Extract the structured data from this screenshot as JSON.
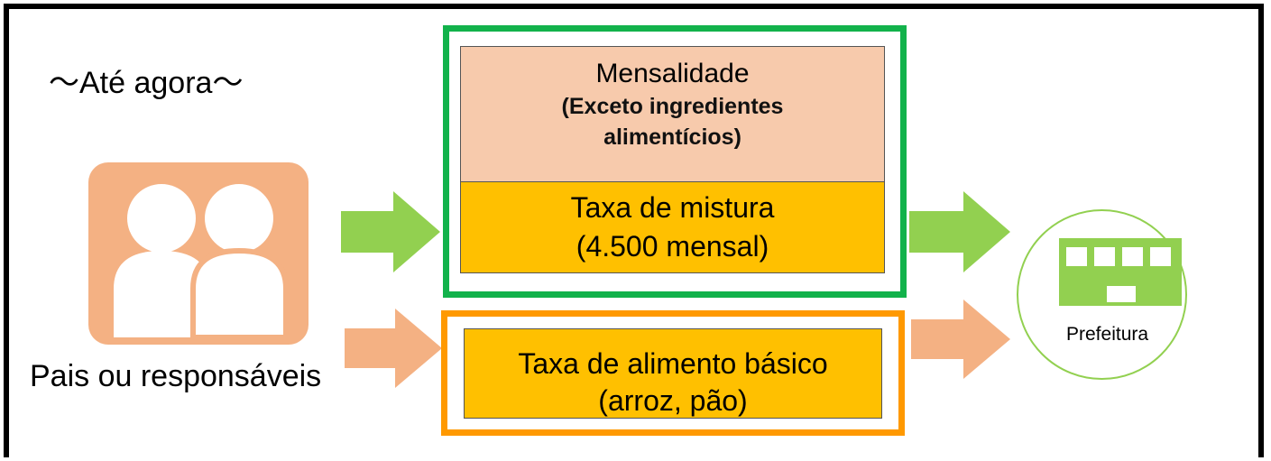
{
  "diagram": {
    "title": "～Até agora～",
    "parents": {
      "label": "Pais ou responsáveis",
      "icon": "parents-icon",
      "color": "#f4b183"
    },
    "green_group": {
      "border_color": "#12b24b",
      "monthly_fee": {
        "title": "Mensalidade",
        "subtitle_line1": "(Exceto ingredientes",
        "subtitle_line2": "alimentícios)",
        "color": "#f7caac"
      },
      "mix_fee": {
        "line1": "Taxa de mistura",
        "line2": "(4.500 mensal)",
        "color": "#ffc000"
      }
    },
    "orange_group": {
      "border_color": "#ff9900",
      "basic_food_fee": {
        "line1": "Taxa de alimento básico",
        "line2": "(arroz, pão)",
        "color": "#ffc000"
      }
    },
    "city_hall": {
      "label": "Prefeitura",
      "icon": "building-icon",
      "color": "#92d050"
    },
    "arrow_colors": {
      "green": "#92d050",
      "orange": "#f4b183"
    }
  }
}
